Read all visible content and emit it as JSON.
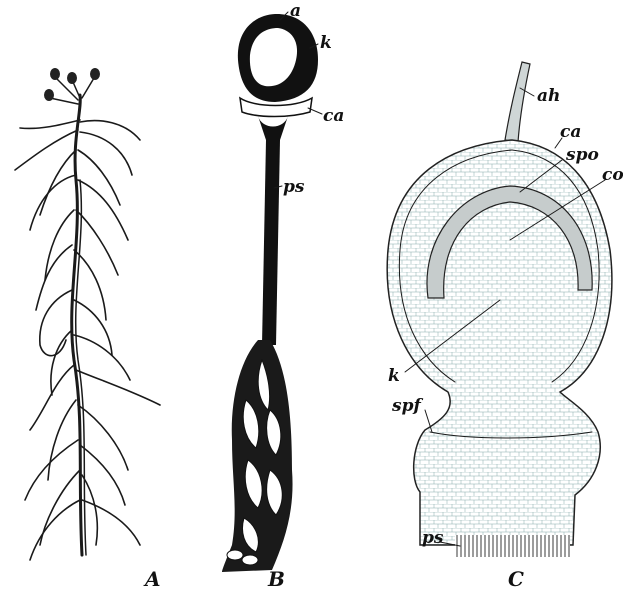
{
  "panels": {
    "A": "A",
    "B": "B",
    "C": "C"
  },
  "labels_B": {
    "a": "a",
    "k": "k",
    "ca": "ca",
    "ps": "ps"
  },
  "labels_C": {
    "ah": "ah",
    "ca": "ca",
    "spo": "spo",
    "co": "co",
    "k": "k",
    "spf": "spf",
    "ps": "ps"
  }
}
